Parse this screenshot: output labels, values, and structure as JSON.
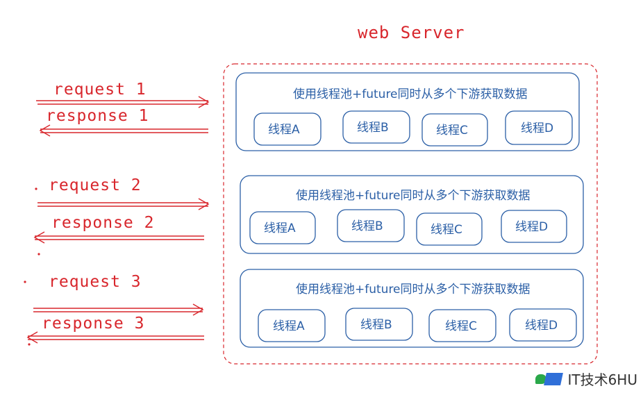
{
  "title": "web Server",
  "rows": [
    {
      "request": "request 1",
      "response": "response 1",
      "header": "使用线程池+future同时从多个下游获取数据",
      "threads": [
        "线程A",
        "线程B",
        "线程C",
        "线程D"
      ]
    },
    {
      "request": "request 2",
      "response": "response 2",
      "header": "使用线程池+future同时从多个下游获取数据",
      "threads": [
        "线程A",
        "线程B",
        "线程C",
        "线程D"
      ]
    },
    {
      "request": "request 3",
      "response": "response 3",
      "header": "使用线程池+future同时从多个下游获取数据",
      "threads": [
        "线程A",
        "线程B",
        "线程C",
        "线程D"
      ]
    }
  ],
  "watermark": "IT技术6HU",
  "colors": {
    "red": "#d8262c",
    "blue": "#2b5fa6"
  }
}
